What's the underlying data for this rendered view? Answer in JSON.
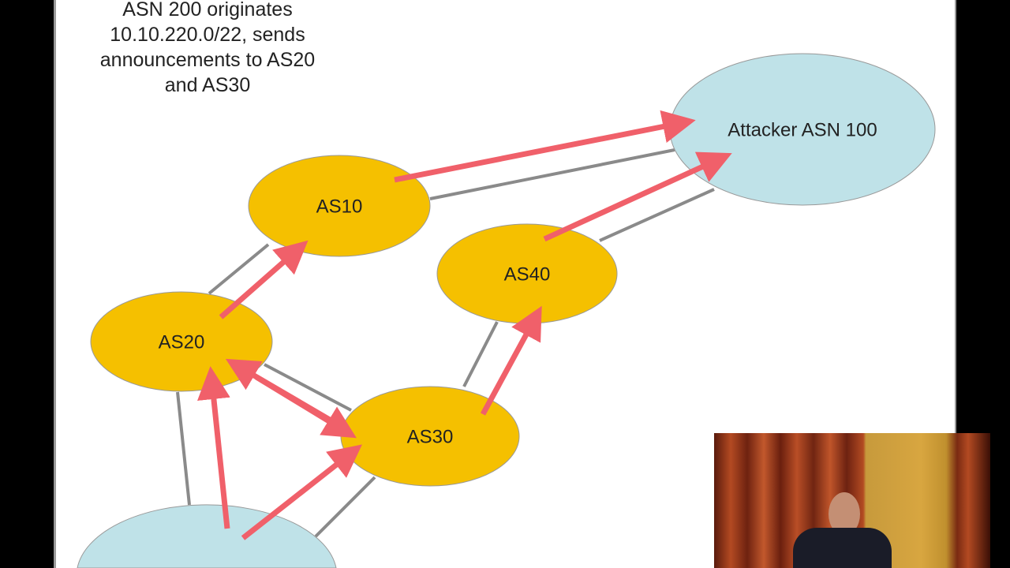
{
  "slide": {
    "caption": "ASN 200 originates 10.10.220.0/22, sends announcements to AS20 and AS30",
    "nodes": {
      "as10": "AS10",
      "as20": "AS20",
      "as30": "AS30",
      "as40": "AS40",
      "attacker": "Attacker ASN 100"
    },
    "colors": {
      "as_node": "#f5c000",
      "special_node": "#bfe2e8",
      "link": "#8a8a8a",
      "announcement": "#f0606a"
    }
  }
}
